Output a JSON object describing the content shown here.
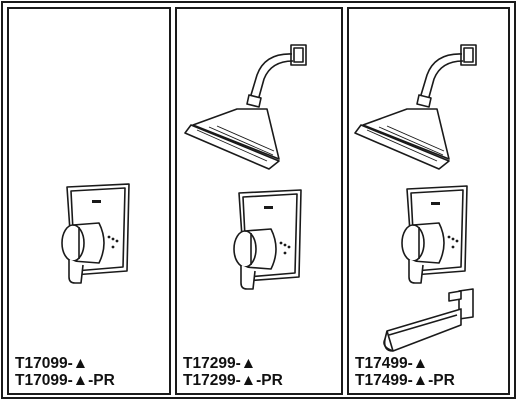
{
  "panels": [
    {
      "line1": "T17099-▲",
      "line2": "T17099-▲-PR"
    },
    {
      "line1": "T17299-▲",
      "line2": "T17299-▲-PR"
    },
    {
      "line1": "T17499-▲",
      "line2": "T17499-▲-PR"
    }
  ],
  "icons": {
    "shower_head": "shower-head-icon",
    "valve_trim": "valve-trim-icon",
    "tub_spout": "tub-spout-icon"
  },
  "colors": {
    "line": "#1a1a1a",
    "background": "#ffffff"
  }
}
